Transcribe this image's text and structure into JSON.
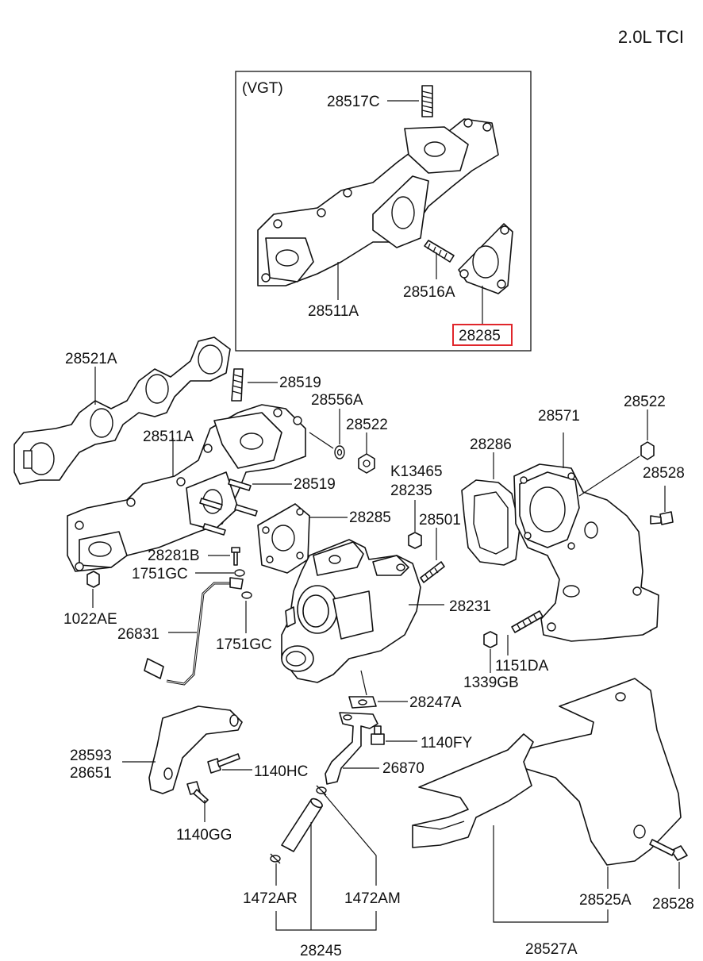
{
  "engine_label": "2.0L TCI",
  "highlight_color": "#e0262b",
  "inset": {
    "title": "(VGT)",
    "labels": {
      "stud_top": "28517C",
      "manifold": "28511A",
      "stud_mid": "28516A",
      "gasket_highlight": "28285"
    }
  },
  "labels": {
    "gasket_manifold": "28521A",
    "stud_upper": "28519",
    "washer": "28556A",
    "nut_upper": "28522",
    "manifold": "28511A",
    "stud_lower": "28519",
    "gasket_turbo": "28285",
    "k_code": "K13465",
    "bracket_28235": "28235",
    "stud_28501": "28501",
    "bolt_28281b": "28281B",
    "gasket_1751gc_top": "1751GC",
    "nut_1022ae": "1022AE",
    "oil_feed_pipe": "26831",
    "gasket_1751gc_bottom": "1751GC",
    "turbocharger": "28231",
    "gasket_28286": "28286",
    "elbow": "28571",
    "nut_28522_right": "28522",
    "bolt_28528_right": "28528",
    "stud_1151da": "1151DA",
    "nut_1339gb": "1339GB",
    "gasket_28247a": "28247A",
    "bolt_1140fy": "1140FY",
    "bracket_28593": "28593",
    "bracket_28651": "28651",
    "bolt_1140hc": "1140HC",
    "oil_return_pipe": "26870",
    "bolt_1140gg": "1140GG",
    "clamp_1472ar": "1472AR",
    "clamp_1472am": "1472AM",
    "hose_28245": "28245",
    "heat_protector_28525a": "28525A",
    "bolt_28528_bottom": "28528",
    "heat_protector_28527a": "28527A"
  }
}
